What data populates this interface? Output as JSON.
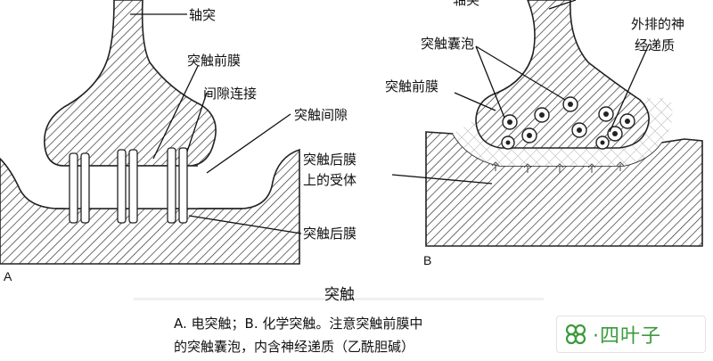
{
  "panel_a": {
    "letter": "A",
    "labels": {
      "axon": "轴突",
      "presynaptic_membrane": "突触前膜",
      "gap_junction": "间隙连接",
      "synaptic_cleft": "突触间隙",
      "postsynaptic_membrane": "突触后膜"
    }
  },
  "panel_b": {
    "letter": "B",
    "labels": {
      "axon_cut": "轴突",
      "synaptic_vesicle": "突触囊泡",
      "released_transmitter_l1": "外排的神",
      "released_transmitter_l2": "经递质",
      "presynaptic_membrane": "突触前膜",
      "receptor_l1": "突触后膜",
      "receptor_l2": "上的受体"
    }
  },
  "caption": {
    "title": "突触",
    "line1": "A. 电突触；B. 化学突触。注意突触前膜中",
    "line2": "的突触囊泡，内含神经递质（乙酰胆碱）"
  },
  "watermark": {
    "text": "·四叶子",
    "icon": "four-leaf-clover-icon",
    "color": "#3c9a3c"
  }
}
